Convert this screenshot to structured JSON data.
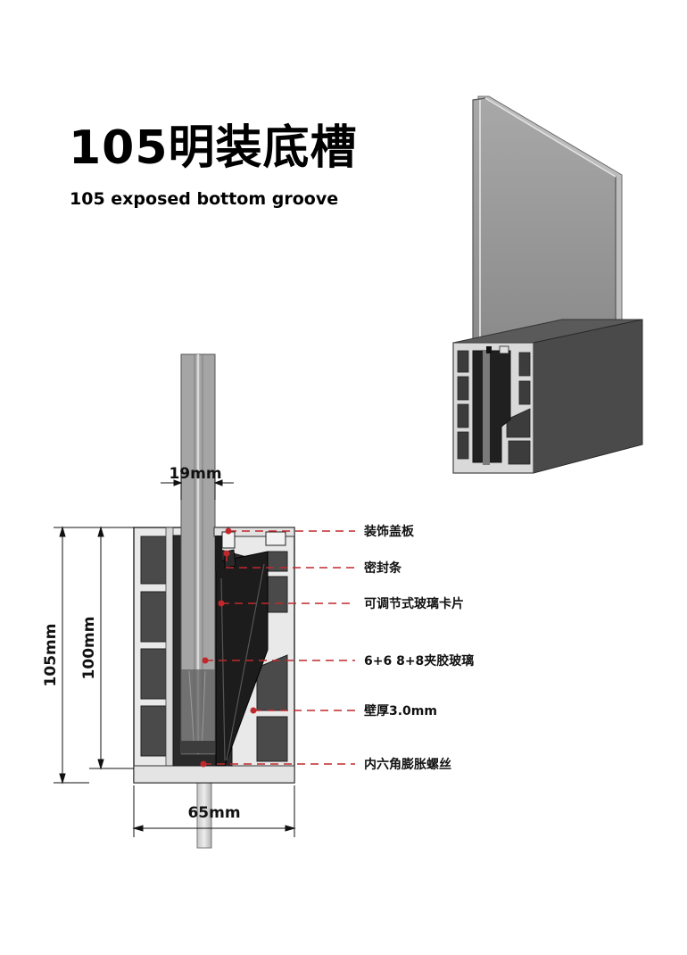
{
  "title": "105明装底槽",
  "subtitle": "105 exposed bottom groove",
  "dimensions": {
    "glass_width": "19mm",
    "outer_height": "105mm",
    "inner_height": "100mm",
    "base_width": "65mm"
  },
  "callouts": [
    "装饰盖板",
    "密封条",
    "可调节式玻璃卡片",
    "6+6 8+8夹胶玻璃",
    "壁厚3.0mm",
    "内六角膨胀螺丝"
  ],
  "colors": {
    "callout_line": "#c0282d",
    "dot": "#c0282d",
    "profile_dark": "#3a3a3a",
    "clip_black": "#1c1c1c"
  }
}
